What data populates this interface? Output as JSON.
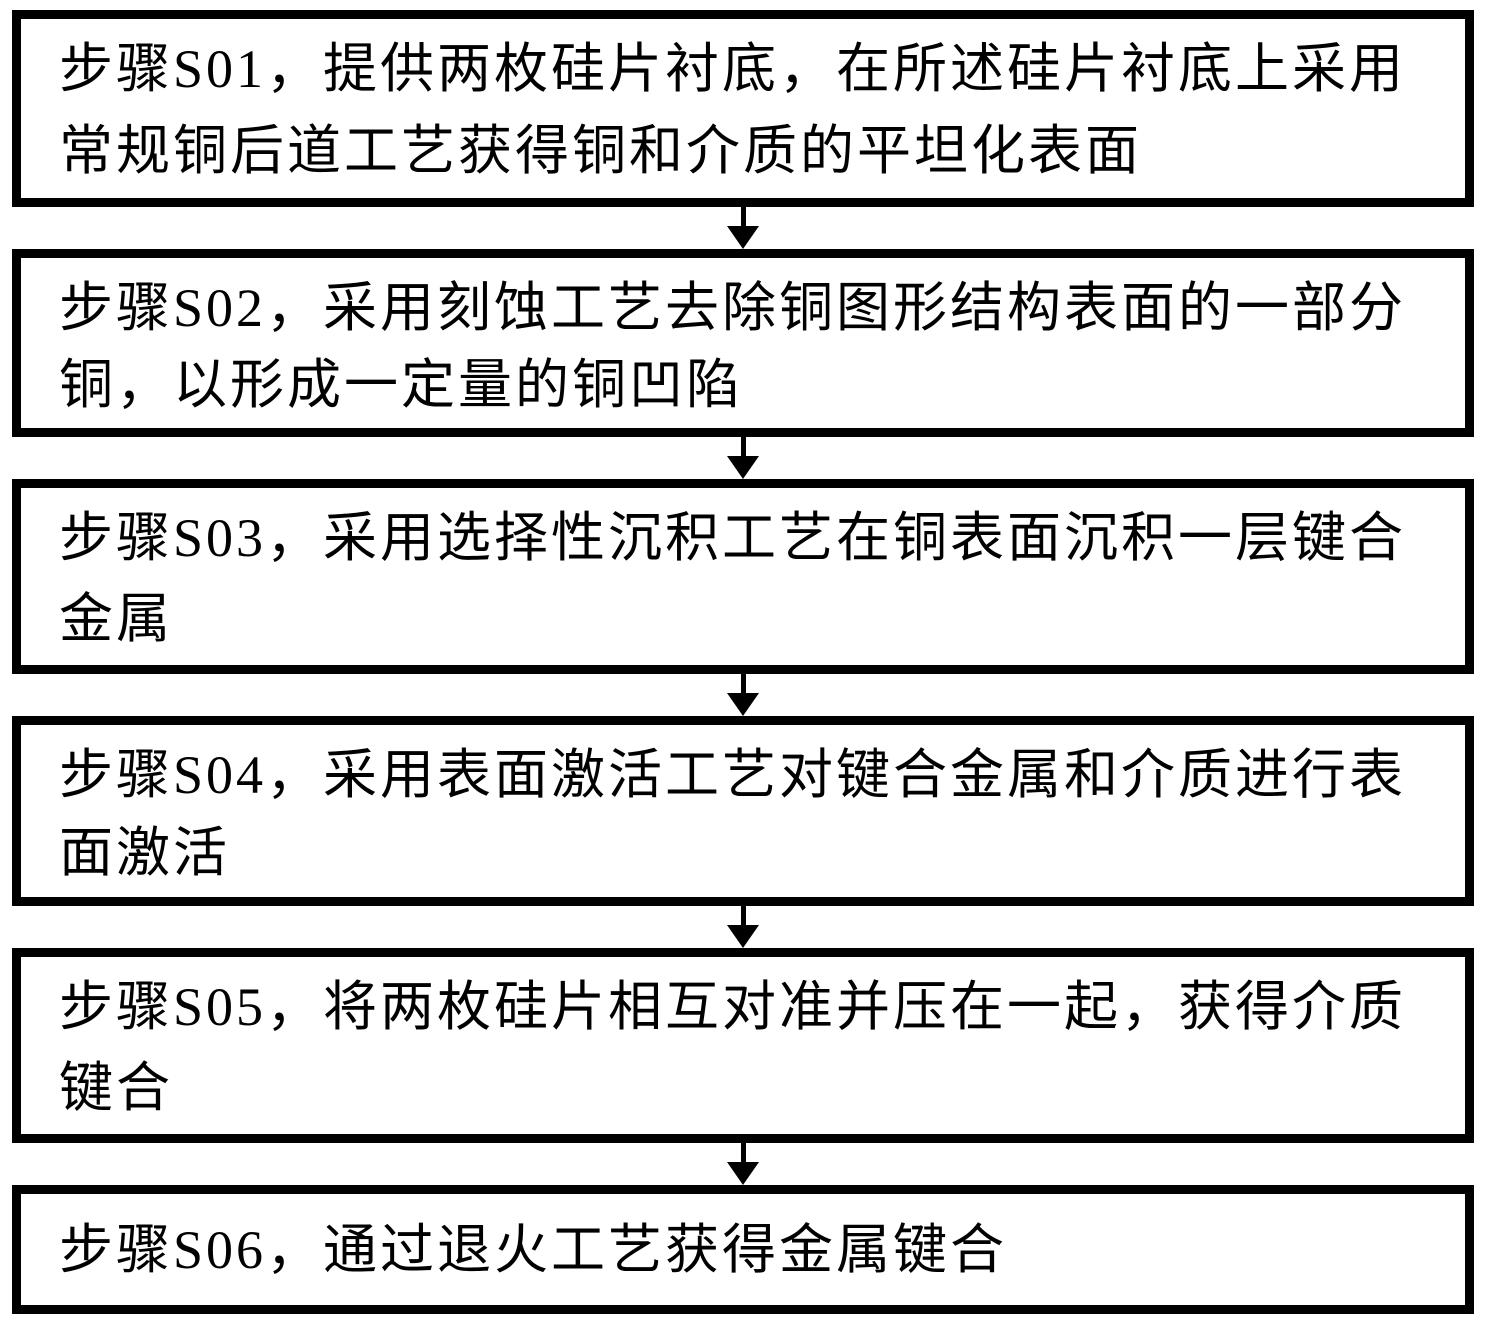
{
  "figure": {
    "type": "flowchart",
    "background_color": "#ffffff",
    "line_color": "#000000",
    "direction": "top-down",
    "steps": [
      {
        "step": "S01",
        "lines": [
          "步骤S01，提供两枚硅片衬底，在所述硅片衬底上采用",
          "常规铜后道工艺获得铜和介质的平坦化表面"
        ]
      },
      {
        "step": "S02",
        "lines": [
          "步骤S02，采用刻蚀工艺去除铜图形结构表面的一部分",
          "铜，以形成一定量的铜凹陷"
        ]
      },
      {
        "step": "S03",
        "lines": [
          "步骤S03，采用选择性沉积工艺在铜表面沉积一层键合",
          "金属"
        ]
      },
      {
        "step": "S04",
        "lines": [
          "步骤S04，采用表面激活工艺对键合金属和介质进行表",
          "面激活"
        ]
      },
      {
        "step": "S05",
        "lines": [
          "步骤S05，将两枚硅片相互对准并压在一起，获得介质",
          "键合"
        ]
      },
      {
        "step": "S06",
        "lines": [
          "步骤S06，通过退火工艺获得金属键合"
        ]
      }
    ]
  }
}
